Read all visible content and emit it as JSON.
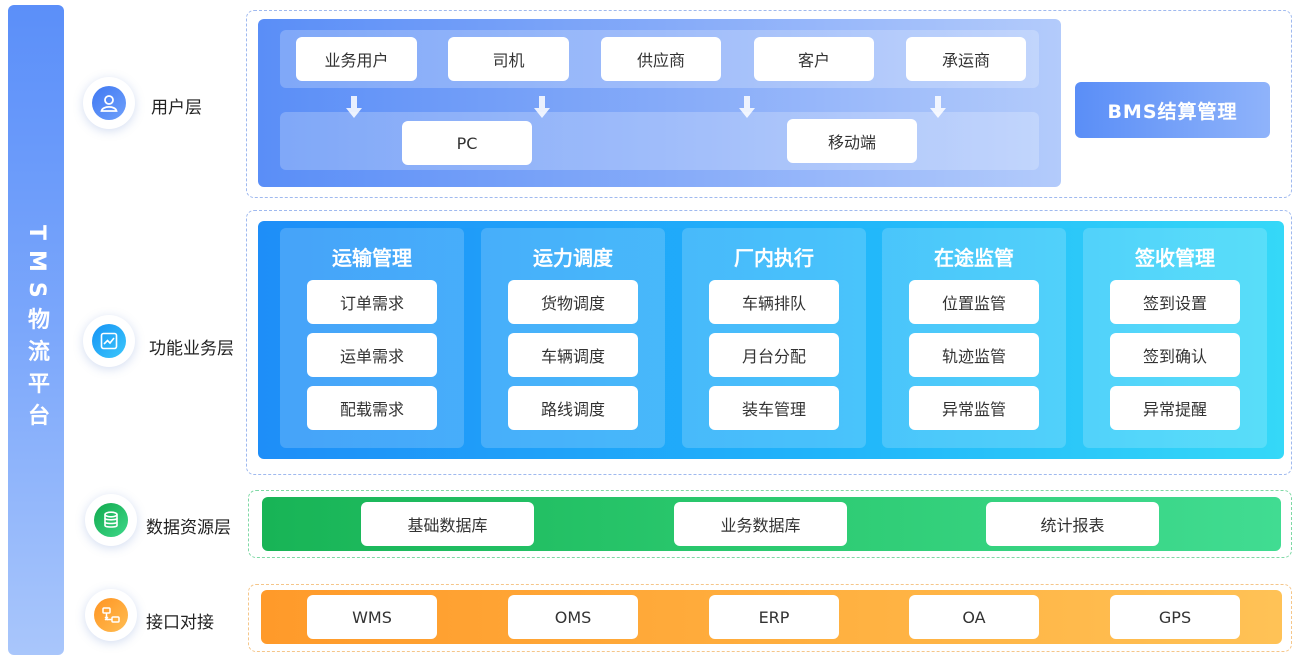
{
  "platform_title": "TMS物流平台",
  "layers": {
    "user": {
      "label": "用户层",
      "icon": "user-icon",
      "color": "#4f86f7"
    },
    "function": {
      "label": "功能业务层",
      "icon": "chart-icon",
      "color": "#1aa7f7"
    },
    "data": {
      "label": "数据资源层",
      "icon": "database-icon",
      "color": "#22c06a"
    },
    "interface": {
      "label": "接口对接",
      "icon": "network-icon",
      "color": "#ff9f2e"
    }
  },
  "user_layer": {
    "roles": [
      "业务用户",
      "司机",
      "供应商",
      "客户",
      "承运商"
    ],
    "terminals": [
      "PC",
      "移动端"
    ],
    "settlement": "BMS结算管理"
  },
  "function_layer": {
    "modules": [
      {
        "title": "运输管理",
        "items": [
          "订单需求",
          "运单需求",
          "配载需求"
        ]
      },
      {
        "title": "运力调度",
        "items": [
          "货物调度",
          "车辆调度",
          "路线调度"
        ]
      },
      {
        "title": "厂内执行",
        "items": [
          "车辆排队",
          "月台分配",
          "装车管理"
        ]
      },
      {
        "title": "在途监管",
        "items": [
          "位置监管",
          "轨迹监管",
          "异常监管"
        ]
      },
      {
        "title": "签收管理",
        "items": [
          "签到设置",
          "签到确认",
          "异常提醒"
        ]
      }
    ]
  },
  "data_layer": {
    "items": [
      "基础数据库",
      "业务数据库",
      "统计报表"
    ]
  },
  "interface_layer": {
    "items": [
      "WMS",
      "OMS",
      "ERP",
      "OA",
      "GPS"
    ]
  }
}
